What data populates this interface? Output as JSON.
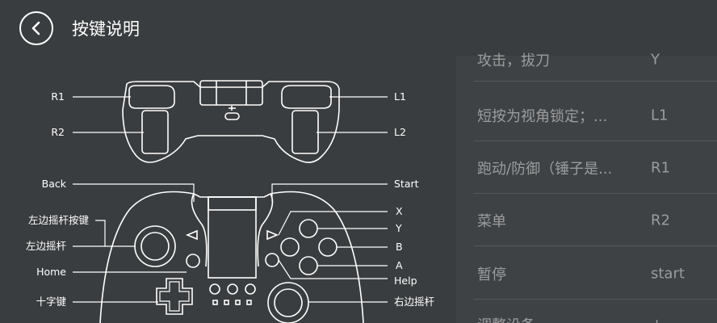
{
  "header": {
    "title": "按键说明",
    "back_icon": "chevron-left-icon"
  },
  "diagram_labels": {
    "r1": "R1",
    "r2": "R2",
    "l1": "L1",
    "l2": "L2",
    "back": "Back",
    "start": "Start",
    "left_stick_press": "左边摇杆按键",
    "left_stick": "左边摇杆",
    "home": "Home",
    "dpad": "十字键",
    "x": "X",
    "y": "Y",
    "b": "B",
    "a": "A",
    "help": "Help",
    "right_stick": "右边摇杆"
  },
  "mapping_list": [
    {
      "desc": "攻击，拔刀",
      "key": "Y"
    },
    {
      "desc": "短按为视角锁定；...",
      "key": "L1"
    },
    {
      "desc": "跑动/防御（锤子是...",
      "key": "R1"
    },
    {
      "desc": "菜单",
      "key": "R2"
    },
    {
      "desc": "暂停",
      "key": "start"
    },
    {
      "desc": "调整设备",
      "key": "+"
    }
  ],
  "colors": {
    "background": "#3a3d3f",
    "panel": "#3f4244",
    "text": "#ffffff",
    "muted_text": "#9a9c9e"
  }
}
